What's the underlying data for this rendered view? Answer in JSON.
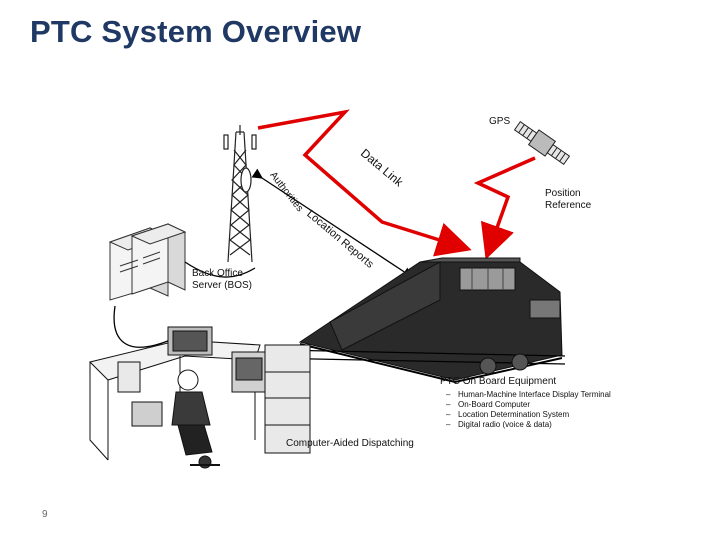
{
  "title": "PTC System Overview",
  "labels": {
    "gps": "GPS",
    "data_link": "Data Link",
    "authorities": "Authorities",
    "location_reports": "Location Reports",
    "position_reference": "Position Reference",
    "back_office": "Back Office Server (BOS)",
    "cad": "Computer-Aided Dispatching",
    "onboard_title": "PTC On Board Equipment"
  },
  "onboard_items": [
    "Human-Machine Interface Display Terminal",
    "On-Board Computer",
    "Location Determination System",
    "Digital radio (voice & data)"
  ],
  "page_number": "9",
  "colors": {
    "title": "#1F3864",
    "signal": "#E00000"
  },
  "icons": [
    "radio-tower-icon",
    "satellite-icon",
    "server-icon",
    "locomotive-icon",
    "dispatcher-desk-icon"
  ]
}
